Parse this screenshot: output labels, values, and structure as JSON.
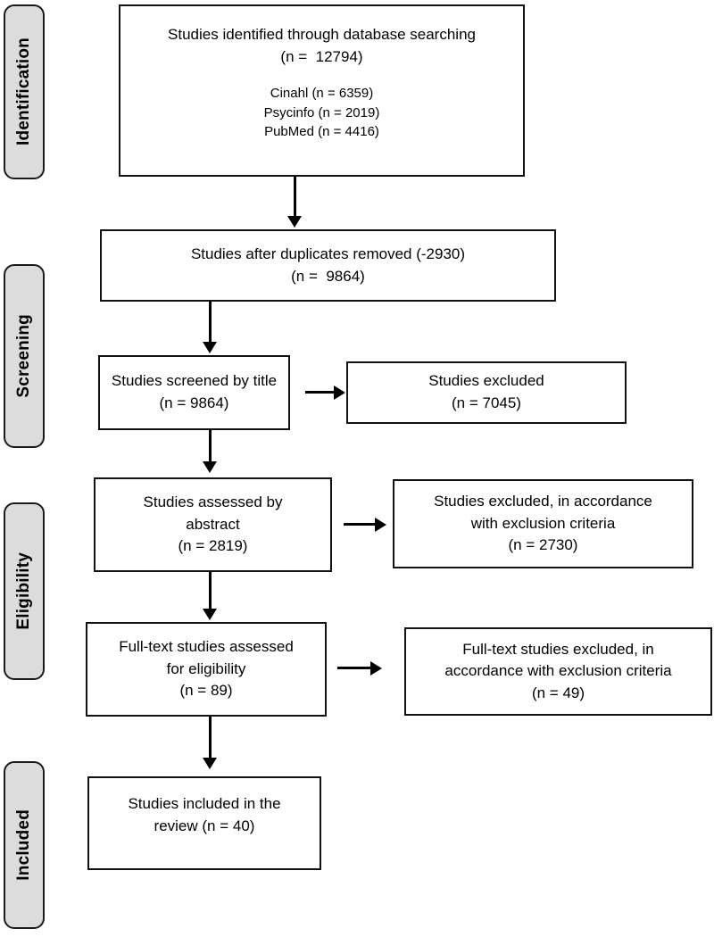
{
  "diagram": {
    "title": "PRISMA study selection flow diagram",
    "type": "prisma-flowchart",
    "colors": {
      "stage_tab_fill": "#dcdcdc",
      "stage_tab_border": "#1a1a1a",
      "box_border": "#111111",
      "box_fill": "#ffffff",
      "arrow": "#000000",
      "text": "#000000"
    }
  },
  "stages": [
    {
      "id": "identification",
      "label": "Identification"
    },
    {
      "id": "screening",
      "label": "Screening"
    },
    {
      "id": "eligibility",
      "label": "Eligibility"
    },
    {
      "id": "included",
      "label": "Included"
    }
  ],
  "boxes": {
    "identified": {
      "line1": "Studies identified through database searching",
      "line2": "(n =  12794)",
      "source1": "Cinahl (n = 6359)",
      "source2": "Psycinfo (n = 2019)",
      "source3": "PubMed (n = 4416)"
    },
    "duplicates_removed": {
      "line1": "Studies after duplicates removed (-2930)",
      "line2": "(n =  9864)"
    },
    "screened_title": {
      "line1": "Studies screened by title",
      "line2": "(n = 9864)"
    },
    "excluded_title": {
      "line1": "Studies excluded",
      "line2": "(n = 7045)"
    },
    "assessed_abstract": {
      "line1": "Studies assessed by",
      "line2": "abstract",
      "line3": "(n = 2819)"
    },
    "excluded_abstract": {
      "line1": "Studies excluded, in accordance",
      "line2": "with exclusion criteria",
      "line3": "(n = 2730)"
    },
    "fulltext_assessed": {
      "line1": "Full-text studies assessed",
      "line2": "for eligibility",
      "line3": "(n = 89)"
    },
    "fulltext_excluded": {
      "line1": "Full-text studies excluded, in",
      "line2": "accordance with exclusion criteria",
      "line3": "(n = 49)"
    },
    "included_review": {
      "line1": "Studies included in the",
      "line2": "review (n = 40)"
    }
  },
  "chart_data": {
    "type": "diagram",
    "title": "PRISMA flow of study selection",
    "nodes": [
      {
        "id": "identified",
        "stage": "Identification",
        "label": "Studies identified through database searching",
        "n": 12794,
        "breakdown": [
          {
            "source": "Cinahl",
            "n": 6359
          },
          {
            "source": "Psycinfo",
            "n": 2019
          },
          {
            "source": "PubMed",
            "n": 4416
          }
        ]
      },
      {
        "id": "duplicates_removed",
        "stage": "Screening",
        "label": "Studies after duplicates removed",
        "removed": -2930,
        "n": 9864
      },
      {
        "id": "screened_title",
        "stage": "Screening",
        "label": "Studies screened by title",
        "n": 9864
      },
      {
        "id": "excluded_title",
        "stage": "Screening",
        "label": "Studies excluded",
        "n": 7045
      },
      {
        "id": "assessed_abstract",
        "stage": "Eligibility",
        "label": "Studies assessed by abstract",
        "n": 2819
      },
      {
        "id": "excluded_abstract",
        "stage": "Eligibility",
        "label": "Studies excluded, in accordance with exclusion criteria",
        "n": 2730
      },
      {
        "id": "fulltext_assessed",
        "stage": "Eligibility",
        "label": "Full-text studies assessed for eligibility",
        "n": 89
      },
      {
        "id": "fulltext_excluded",
        "stage": "Eligibility",
        "label": "Full-text studies excluded, in accordance with exclusion criteria",
        "n": 49
      },
      {
        "id": "included_review",
        "stage": "Included",
        "label": "Studies included in the review",
        "n": 40
      }
    ],
    "edges": [
      {
        "from": "identified",
        "to": "duplicates_removed",
        "direction": "down"
      },
      {
        "from": "duplicates_removed",
        "to": "screened_title",
        "direction": "down"
      },
      {
        "from": "screened_title",
        "to": "excluded_title",
        "direction": "right"
      },
      {
        "from": "screened_title",
        "to": "assessed_abstract",
        "direction": "down"
      },
      {
        "from": "assessed_abstract",
        "to": "excluded_abstract",
        "direction": "right"
      },
      {
        "from": "assessed_abstract",
        "to": "fulltext_assessed",
        "direction": "down"
      },
      {
        "from": "fulltext_assessed",
        "to": "fulltext_excluded",
        "direction": "right"
      },
      {
        "from": "fulltext_assessed",
        "to": "included_review",
        "direction": "down"
      }
    ]
  }
}
